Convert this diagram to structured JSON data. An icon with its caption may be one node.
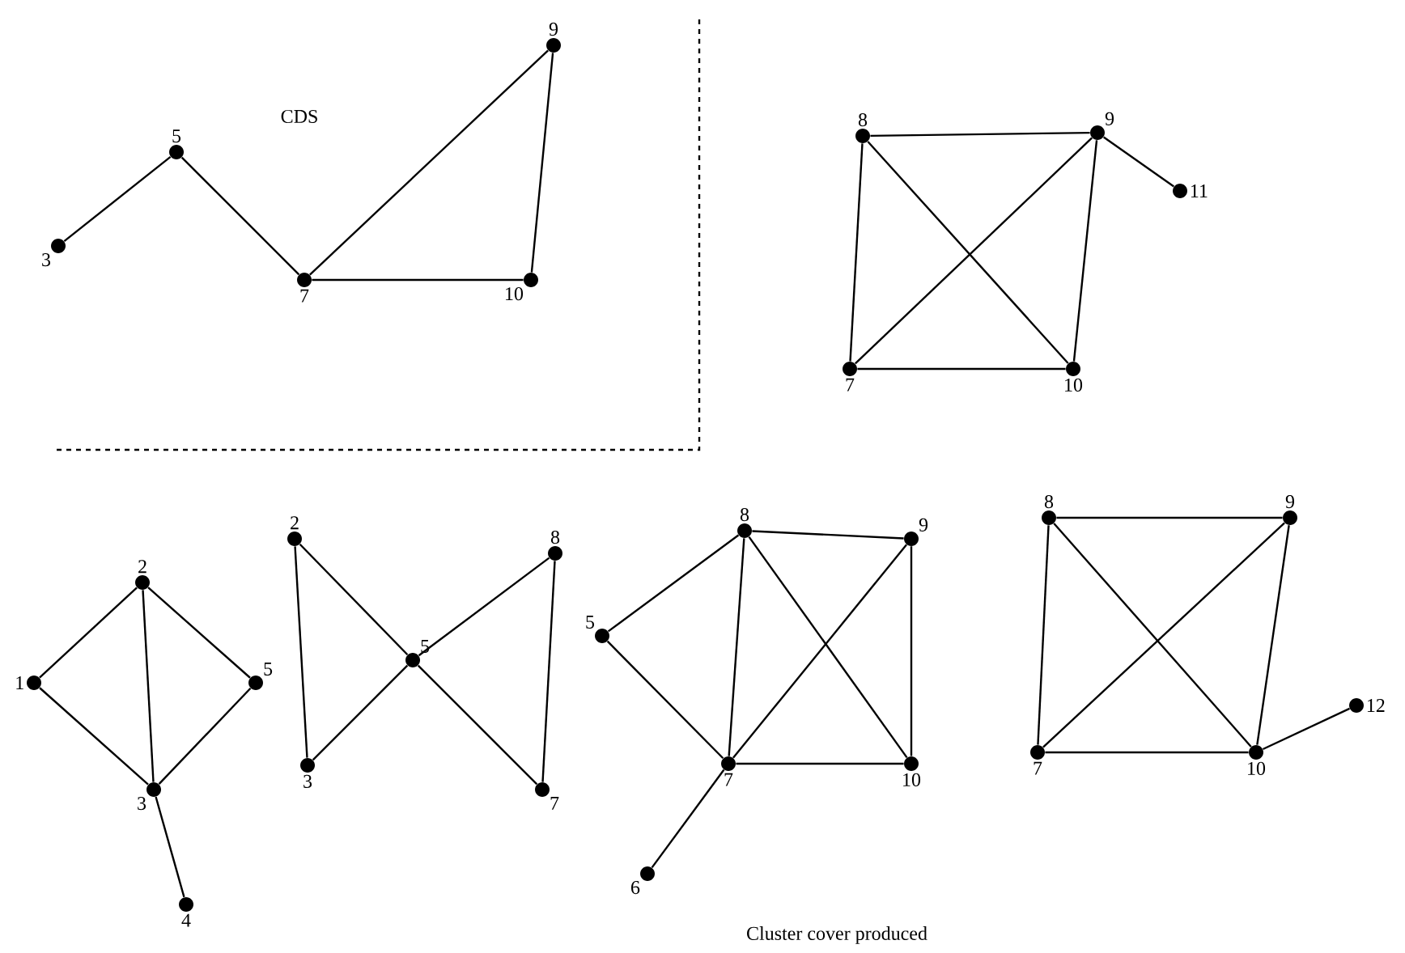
{
  "diagram": {
    "nodes": [
      {
        "text": [
          "3"
        ]
      },
      {
        "text": [
          "5"
        ]
      },
      {
        "text": [
          "7"
        ]
      },
      {
        "text": [
          "9"
        ]
      },
      {
        "text": [
          "10"
        ]
      },
      {
        "text": [
          "8"
        ]
      },
      {
        "text": [
          "9"
        ]
      },
      {
        "text": [
          "11"
        ]
      },
      {
        "text": [
          "7"
        ]
      },
      {
        "text": [
          "10"
        ]
      },
      {
        "text": [
          "2"
        ]
      },
      {
        "text": [
          "1"
        ]
      },
      {
        "text": [
          "5"
        ]
      },
      {
        "text": [
          "3"
        ]
      },
      {
        "text": [
          "4"
        ]
      },
      {
        "text": [
          "2"
        ]
      },
      {
        "text": [
          "5"
        ]
      },
      {
        "text": [
          "8"
        ]
      },
      {
        "text": [
          "3"
        ]
      },
      {
        "text": [
          "7"
        ]
      },
      {
        "text": [
          "8"
        ]
      },
      {
        "text": [
          "9"
        ]
      },
      {
        "text": [
          "5"
        ]
      },
      {
        "text": [
          "7"
        ]
      },
      {
        "text": [
          "10"
        ]
      },
      {
        "text": [
          "6"
        ]
      },
      {
        "text": [
          "8"
        ]
      },
      {
        "text": [
          "9"
        ]
      },
      {
        "text": [
          "7"
        ]
      },
      {
        "text": [
          "10"
        ]
      },
      {
        "text": [
          "12"
        ]
      }
    ],
    "edges": [
      {
        "from": 0,
        "to": 1,
        "arrow": "none"
      },
      {
        "from": 1,
        "to": 2,
        "arrow": "none"
      },
      {
        "from": 2,
        "to": 3,
        "arrow": "none"
      },
      {
        "from": 3,
        "to": 4,
        "arrow": "none"
      },
      {
        "from": 2,
        "to": 4,
        "arrow": "none"
      },
      {
        "from": 5,
        "to": 6,
        "arrow": "none"
      },
      {
        "from": 5,
        "to": 8,
        "arrow": "none"
      },
      {
        "from": 5,
        "to": 9,
        "arrow": "none"
      },
      {
        "from": 6,
        "to": 8,
        "arrow": "none"
      },
      {
        "from": 6,
        "to": 9,
        "arrow": "none"
      },
      {
        "from": 6,
        "to": 7,
        "arrow": "none"
      },
      {
        "from": 8,
        "to": 9,
        "arrow": "none"
      },
      {
        "from": 11,
        "to": 10,
        "arrow": "none"
      },
      {
        "from": 10,
        "to": 12,
        "arrow": "none"
      },
      {
        "from": 10,
        "to": 13,
        "arrow": "none"
      },
      {
        "from": 11,
        "to": 13,
        "arrow": "none"
      },
      {
        "from": 12,
        "to": 13,
        "arrow": "none"
      },
      {
        "from": 13,
        "to": 14,
        "arrow": "none"
      },
      {
        "from": 15,
        "to": 16,
        "arrow": "none"
      },
      {
        "from": 15,
        "to": 18,
        "arrow": "none"
      },
      {
        "from": 18,
        "to": 16,
        "arrow": "none"
      },
      {
        "from": 16,
        "to": 17,
        "arrow": "none"
      },
      {
        "from": 16,
        "to": 19,
        "arrow": "none"
      },
      {
        "from": 17,
        "to": 19,
        "arrow": "none"
      },
      {
        "from": 20,
        "to": 21,
        "arrow": "none"
      },
      {
        "from": 22,
        "to": 20,
        "arrow": "none"
      },
      {
        "from": 22,
        "to": 23,
        "arrow": "none"
      },
      {
        "from": 20,
        "to": 23,
        "arrow": "none"
      },
      {
        "from": 20,
        "to": 24,
        "arrow": "none"
      },
      {
        "from": 21,
        "to": 23,
        "arrow": "none"
      },
      {
        "from": 21,
        "to": 24,
        "arrow": "none"
      },
      {
        "from": 23,
        "to": 24,
        "arrow": "none"
      },
      {
        "from": 23,
        "to": 25,
        "arrow": "none"
      },
      {
        "from": 26,
        "to": 27,
        "arrow": "none"
      },
      {
        "from": 26,
        "to": 28,
        "arrow": "none"
      },
      {
        "from": 26,
        "to": 29,
        "arrow": "none"
      },
      {
        "from": 27,
        "to": 28,
        "arrow": "none"
      },
      {
        "from": 27,
        "to": 29,
        "arrow": "none"
      },
      {
        "from": 28,
        "to": 29,
        "arrow": "none"
      },
      {
        "from": 29,
        "to": 30,
        "arrow": "none"
      }
    ],
    "labels": [
      "CDS",
      "Cluster cover produced"
    ]
  }
}
